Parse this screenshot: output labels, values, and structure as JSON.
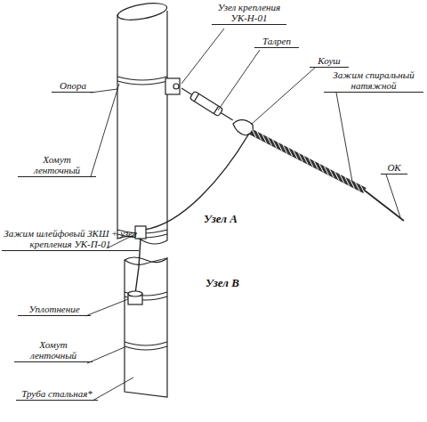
{
  "diagram": {
    "labels": [
      "Узел крепления УК-Н-01",
      "Талреп",
      "Коуш",
      "Зажим спиральный натяжной",
      "ОК",
      "Опора",
      "Хомут ленточный",
      "Узел А",
      "Зажим шлейфовый ЗКШ + узел крепления УК-П-01",
      "Узел В",
      "Уплотнение",
      "Хомут ленточный",
      "Труба стальная*"
    ]
  }
}
